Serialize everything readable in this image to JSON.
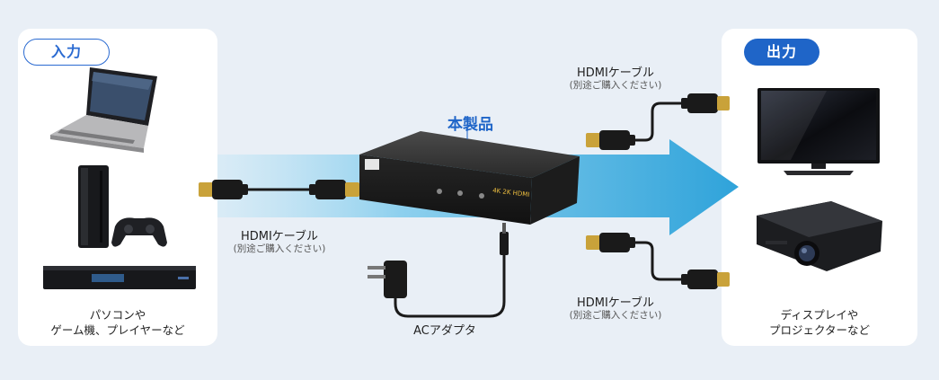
{
  "input_panel": {
    "title": "入力",
    "caption_line1": "パソコンや",
    "caption_line2": "ゲーム機、プレイヤーなど"
  },
  "output_panel": {
    "title": "出力",
    "caption_line1": "ディスプレイや",
    "caption_line2": "プロジェクターなど"
  },
  "product": {
    "label": "本製品",
    "face_text": "4K 2K HDMI"
  },
  "cable_input": {
    "title": "HDMIケーブル",
    "note": "(別途ご購入ください)"
  },
  "cable_output_top": {
    "title": "HDMIケーブル",
    "note": "(別途ご購入ください)"
  },
  "cable_output_bottom": {
    "title": "HDMIケーブル",
    "note": "(別途ご購入ください)"
  },
  "ac_adapter": {
    "label": "ACアダプタ"
  },
  "colors": {
    "accent": "#1f65c8",
    "flow_arrow": "#3aa8dc",
    "panel_bg": "#ffffff",
    "page_bg": "#e9eff6"
  },
  "icons": [
    "laptop-icon",
    "game-console-icon",
    "gamepad-icon",
    "bluray-player-icon",
    "tv-icon",
    "projector-icon",
    "hdmi-plug-icon",
    "ac-adapter-icon"
  ]
}
